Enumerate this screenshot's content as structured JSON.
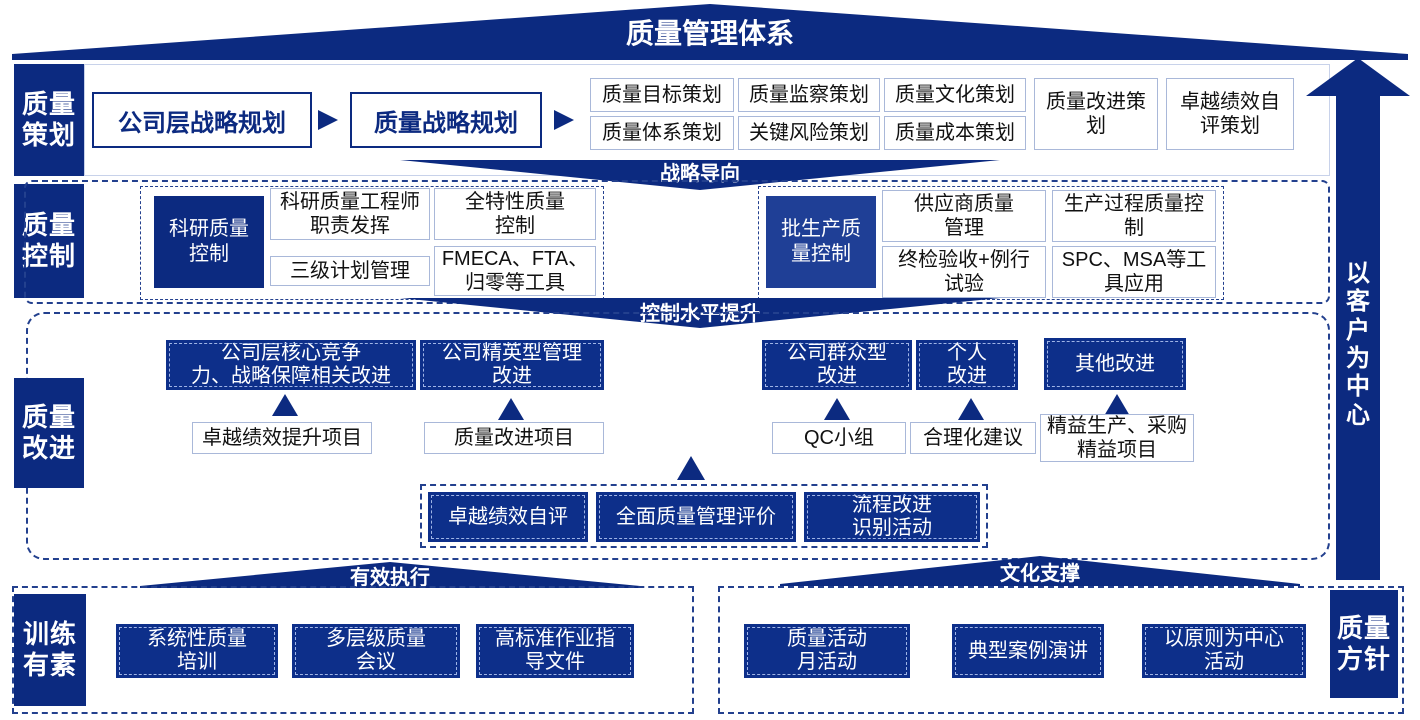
{
  "title": "质量管理体系",
  "colors": {
    "navy": "#0c2a80",
    "box_blue": "#0d2f8a",
    "mid_blue": "#1f3f96",
    "border": "#a9b8d9"
  },
  "planning": {
    "label": "质量\n策划",
    "step1": "公司层战略规划",
    "step2": "质量战略规划",
    "items": [
      "质量目标策划",
      "质量监察策划",
      "质量文化策划",
      "质量体系策划",
      "关键风险策划",
      "质量成本策划",
      "质量改进策\n划",
      "卓越绩效自\n评策划"
    ],
    "band": "战略导向"
  },
  "control": {
    "label": "质量\n控制",
    "rd_title": "科研质量\n控制",
    "rd_items": [
      "科研质量工程师\n职责发挥",
      "全特性质量\n控制",
      "三级计划管理",
      "FMECA、FTA、\n归零等工具"
    ],
    "batch_title": "批生产质\n量控制",
    "batch_items": [
      "供应商质量\n管理",
      "生产过程质量控\n制",
      "终检验收+例行\n试验",
      "SPC、MSA等工\n具应用"
    ],
    "band": "控制水平提升"
  },
  "improvement": {
    "label": "质量\n改进",
    "top": [
      "公司层核心竞争\n力、战略保障相关改进",
      "公司精英型管理\n改进",
      "公司群众型\n改进",
      "个人\n改进",
      "其他改进"
    ],
    "projects": [
      "卓越绩效提升项目",
      "质量改进项目",
      "QC小组",
      "合理化建议",
      "精益生产、采购\n精益项目"
    ],
    "activities": [
      "卓越绩效自评",
      "全面质量管理评价",
      "流程改进\n识别活动"
    ]
  },
  "training": {
    "label": "训练\n有素",
    "band": "有效执行",
    "items": [
      "系统性质量\n培训",
      "多层级质量\n会议",
      "高标准作业指\n导文件"
    ]
  },
  "culture": {
    "band": "文化支撑",
    "items": [
      "质量活动\n月活动",
      "典型案例演讲",
      "以原则为中心\n活动"
    ]
  },
  "policy": {
    "label": "质量\n方针"
  },
  "customer_focus": "以\n客\n户\n为\n中\n心"
}
